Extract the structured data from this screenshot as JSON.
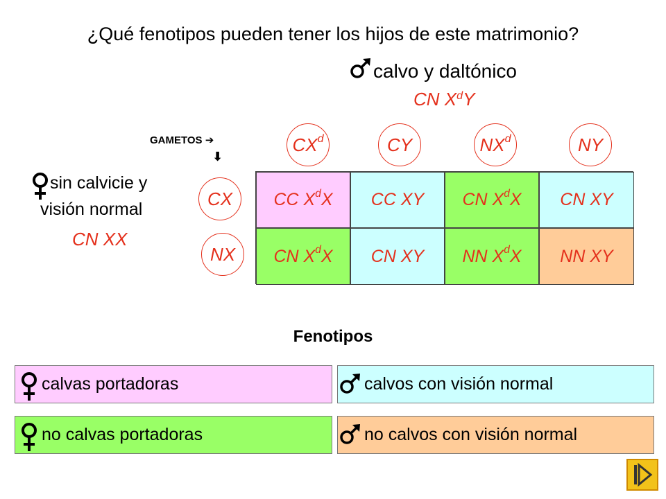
{
  "title": "¿Qué fenotipos pueden tener los hijos de este matrimonio?",
  "male": {
    "label": "calvo y daltónico",
    "genotype": {
      "base": "CN X",
      "sup": "d",
      "tail": "Y"
    }
  },
  "female": {
    "label_line1": "sin calvicie y",
    "label_line2": "visión normal",
    "genotype": "CN XX"
  },
  "gametes_label": "GAMETOS",
  "male_gametes": [
    {
      "base": "CX",
      "sup": "d"
    },
    {
      "base": "CY",
      "sup": ""
    },
    {
      "base": "NX",
      "sup": "d"
    },
    {
      "base": "NY",
      "sup": ""
    }
  ],
  "female_gametes": [
    "CX",
    "NX"
  ],
  "punnett": [
    [
      {
        "pre": "CC X",
        "sup": "d",
        "post": "X",
        "color": "#ffccff"
      },
      {
        "pre": "CC XY",
        "sup": "",
        "post": "",
        "color": "#ccffff"
      },
      {
        "pre": "CN X",
        "sup": "d",
        "post": "X",
        "color": "#99ff66"
      },
      {
        "pre": "CN XY",
        "sup": "",
        "post": "",
        "color": "#ccffff"
      }
    ],
    [
      {
        "pre": "CN X",
        "sup": "d",
        "post": "X",
        "color": "#99ff66"
      },
      {
        "pre": "CN XY",
        "sup": "",
        "post": "",
        "color": "#ccffff"
      },
      {
        "pre": "NN X",
        "sup": "d",
        "post": "X",
        "color": "#99ff66"
      },
      {
        "pre": "NN XY",
        "sup": "",
        "post": "",
        "color": "#ffcc99"
      }
    ]
  ],
  "phenotypes_title": "Fenotipos",
  "phenotypes": [
    {
      "sex": "female",
      "text": "calvas portadoras",
      "color": "#ffccff"
    },
    {
      "sex": "male",
      "text": "calvos con visión normal",
      "color": "#ccffff"
    },
    {
      "sex": "female",
      "text": "no calvas portadoras",
      "color": "#99ff66"
    },
    {
      "sex": "male",
      "text": "no calvos con visión normal",
      "color": "#ffcc99"
    }
  ],
  "colors": {
    "accent_red": "#e4301c",
    "button_yellow": "#f2c21a"
  },
  "icons": {
    "male": "male-symbol-icon",
    "female": "female-symbol-icon",
    "end": "end-presentation-icon"
  }
}
